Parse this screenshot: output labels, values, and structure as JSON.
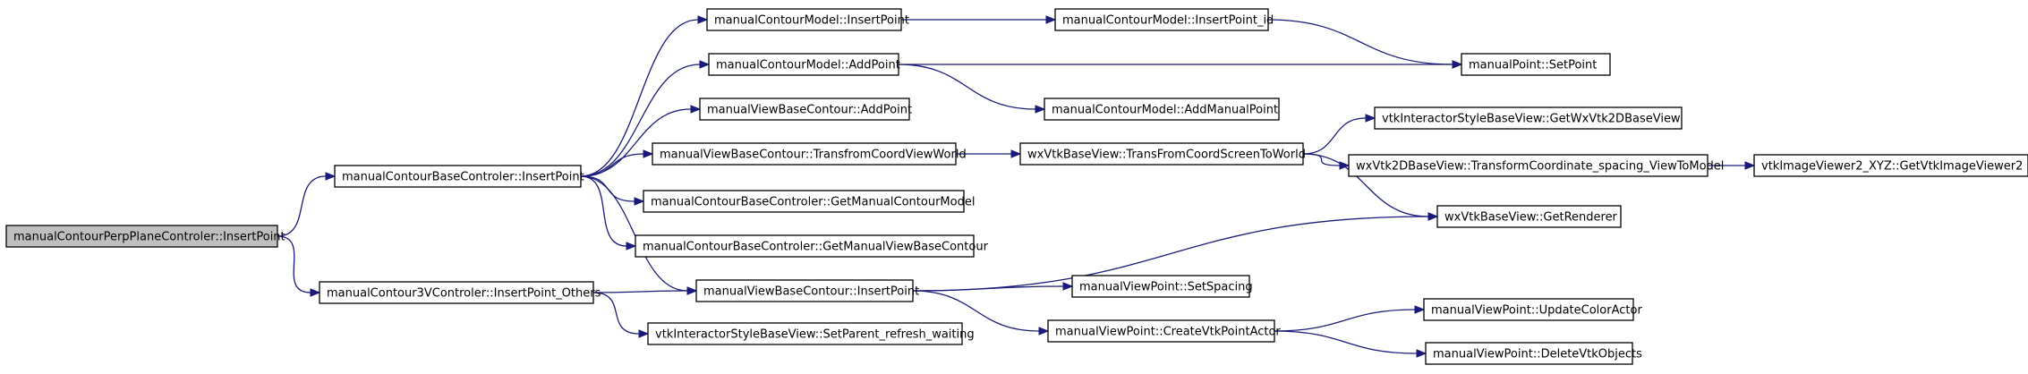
{
  "colors": {
    "edge": "#1a1a7a",
    "root_fill": "#bfbfbf",
    "node_fill": "#ffffff",
    "border": "#000000"
  },
  "nodes": {
    "n0": {
      "label": "manualContourPerpPlaneControler::InsertPoint"
    },
    "n1": {
      "label": "manualContourBaseControler::InsertPoint"
    },
    "n2": {
      "label": "manualContour3VControler::InsertPoint_Others"
    },
    "n3": {
      "label": "manualContourModel::InsertPoint"
    },
    "n4": {
      "label": "manualContourModel::AddPoint"
    },
    "n5": {
      "label": "manualViewBaseContour::AddPoint"
    },
    "n6": {
      "label": "manualViewBaseContour::TransfromCoordViewWorld"
    },
    "n7": {
      "label": "manualContourBaseControler::GetManualContourModel"
    },
    "n8": {
      "label": "manualContourBaseControler::GetManualViewBaseContour"
    },
    "n9": {
      "label": "manualViewBaseContour::InsertPoint"
    },
    "n10": {
      "label": "vtkInteractorStyleBaseView::SetParent_refresh_waiting"
    },
    "n11": {
      "label": "manualContourModel::InsertPoint_id"
    },
    "n12": {
      "label": "manualContourModel::AddManualPoint"
    },
    "n13": {
      "label": "wxVtkBaseView::TransFromCoordScreenToWorld"
    },
    "n14": {
      "label": "manualViewPoint::SetSpacing"
    },
    "n15": {
      "label": "manualViewPoint::CreateVtkPointActor"
    },
    "n16": {
      "label": "manualPoint::SetPoint"
    },
    "n17": {
      "label": "vtkInteractorStyleBaseView::GetWxVtk2DBaseView"
    },
    "n18": {
      "label": "wxVtk2DBaseView::TransformCoordinate_spacing_ViewToModel"
    },
    "n19": {
      "label": "wxVtkBaseView::GetRenderer"
    },
    "n20": {
      "label": "manualViewPoint::UpdateColorActor"
    },
    "n21": {
      "label": "manualViewPoint::DeleteVtkObjects"
    },
    "n22": {
      "label": "vtkImageViewer2_XYZ::GetVtkImageViewer2"
    }
  },
  "edges": [
    [
      "n0",
      "n1"
    ],
    [
      "n0",
      "n2"
    ],
    [
      "n1",
      "n3"
    ],
    [
      "n1",
      "n4"
    ],
    [
      "n1",
      "n5"
    ],
    [
      "n1",
      "n6"
    ],
    [
      "n1",
      "n7"
    ],
    [
      "n1",
      "n8"
    ],
    [
      "n1",
      "n9"
    ],
    [
      "n2",
      "n9"
    ],
    [
      "n2",
      "n10"
    ],
    [
      "n3",
      "n11"
    ],
    [
      "n11",
      "n16"
    ],
    [
      "n4",
      "n16"
    ],
    [
      "n4",
      "n12"
    ],
    [
      "n6",
      "n13"
    ],
    [
      "n13",
      "n17"
    ],
    [
      "n13",
      "n18"
    ],
    [
      "n13",
      "n19"
    ],
    [
      "n18",
      "n22"
    ],
    [
      "n9",
      "n19"
    ],
    [
      "n9",
      "n14"
    ],
    [
      "n9",
      "n15"
    ],
    [
      "n15",
      "n20"
    ],
    [
      "n15",
      "n21"
    ]
  ]
}
